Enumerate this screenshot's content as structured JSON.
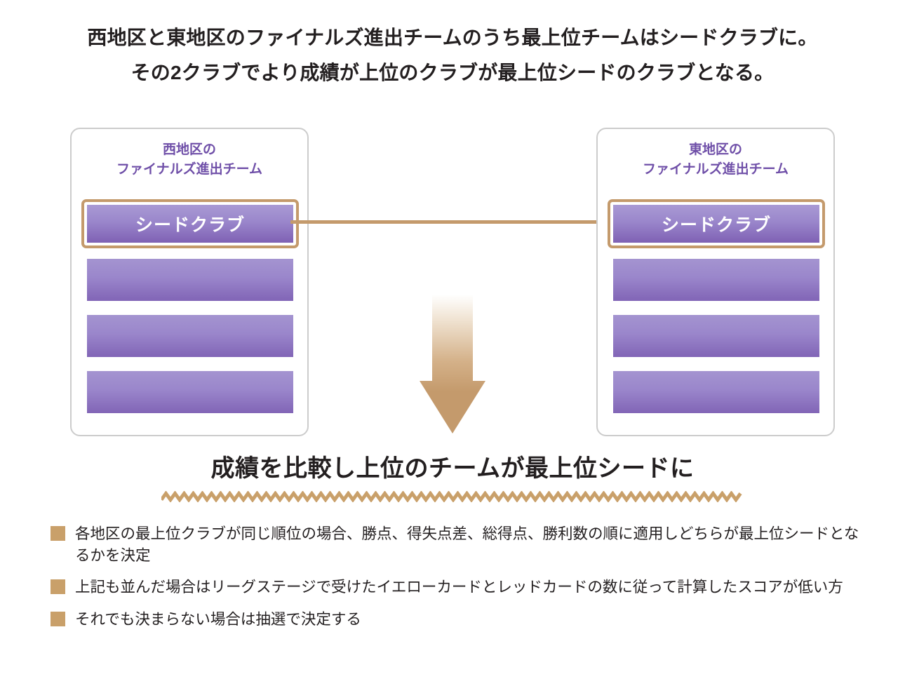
{
  "header": {
    "line1": "西地区と東地区のファイナルズ進出チームのうち最上位チームはシードクラブに。",
    "line2": "その2クラブでより成績が上位のクラブが最上位シードのクラブとなる。"
  },
  "panels": {
    "left": {
      "title_line1": "西地区の",
      "title_line2": "ファイナルズ進出チーム",
      "seed_label": "シードクラブ",
      "team_slots": [
        "",
        "",
        ""
      ]
    },
    "right": {
      "title_line1": "東地区の",
      "title_line2": "ファイナルズ進出チーム",
      "seed_label": "シードクラブ",
      "team_slots": [
        "",
        "",
        ""
      ]
    }
  },
  "result": {
    "heading": "成績を比較し上位のチームが最上位シードに"
  },
  "notes": [
    "各地区の最上位クラブが同じ順位の場合、勝点、得失点差、総得点、勝利数の順に適用しどちらが最上位シードとなるかを決定",
    "上記も並んだ場合はリーグステージで受けたイエローカードとレッドカードの数に従って計算したスコアが低い方",
    "それでも決まらない場合は抽選で決定する"
  ],
  "colors": {
    "accent_tan": "#c49a6c",
    "bullet_tan": "#c9a06a",
    "panel_title_purple": "#6f4fa8",
    "bar_purple_light": "#a494d0",
    "bar_purple_dark": "#8165b6",
    "panel_border_grey": "#cccccc",
    "text_black": "#231f20"
  }
}
